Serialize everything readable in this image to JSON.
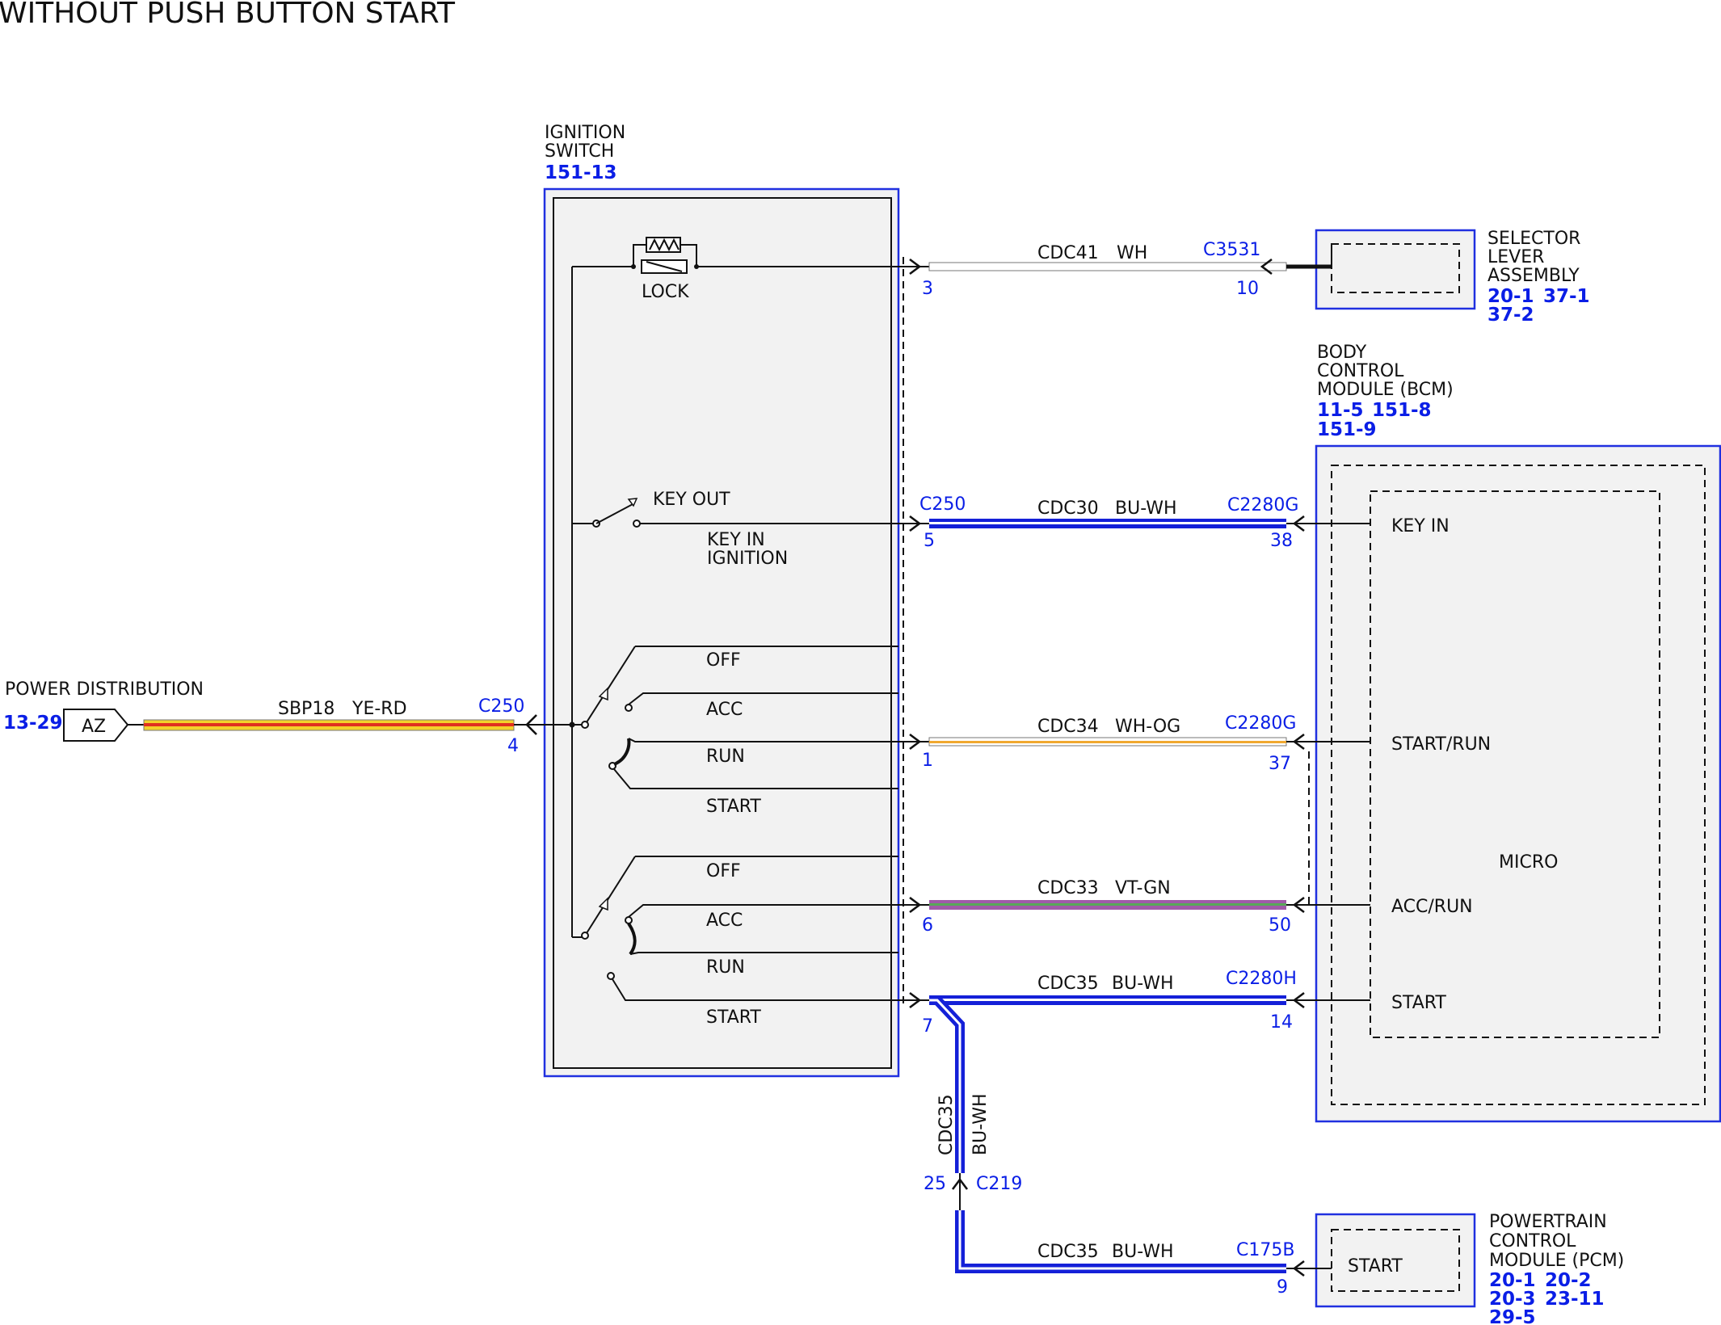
{
  "title": "WITHOUT PUSH BUTTON START",
  "colors": {
    "ref_blue": "#0a1ee6",
    "module_border": "#2030e0",
    "module_fill": "#f2f2f2",
    "wire_blue": "#1420d8",
    "wire_white": "#ffffff",
    "wire_yellow": "#f3d12b",
    "wire_red": "#e03020",
    "wire_orange": "#f0a830",
    "wire_violet": "#a05aa8",
    "wire_green": "#58a858"
  },
  "power_distribution": {
    "label": "POWER DISTRIBUTION",
    "ref": "13-29",
    "terminal": "AZ",
    "wire": {
      "circuit": "SBP18",
      "color": "YE-RD"
    },
    "connector": "C250",
    "pin": "4"
  },
  "ignition_switch": {
    "label_line1": "IGNITION",
    "label_line2": "SWITCH",
    "ref": "151-13",
    "lock_label": "LOCK",
    "key_out": "KEY OUT",
    "key_in_line1": "KEY IN",
    "key_in_line2": "IGNITION",
    "positions_a": [
      "OFF",
      "ACC",
      "RUN",
      "START"
    ],
    "positions_b": [
      "OFF",
      "ACC",
      "RUN",
      "START"
    ]
  },
  "selector_lever": {
    "label_line1": "SELECTOR",
    "label_line2": "LEVER",
    "label_line3": "ASSEMBLY",
    "refs_line1": [
      "20-1",
      "37-1"
    ],
    "refs_line2": [
      "37-2"
    ]
  },
  "bcm": {
    "label_line1": "BODY",
    "label_line2": "CONTROL",
    "label_line3": "MODULE (BCM)",
    "refs_line1": [
      "11-5",
      "151-8"
    ],
    "refs_line2": [
      "151-9"
    ],
    "micro": "MICRO",
    "inputs": [
      "KEY IN",
      "START/RUN",
      "ACC/RUN",
      "START"
    ]
  },
  "pcm": {
    "label_line1": "POWERTRAIN",
    "label_line2": "CONTROL",
    "label_line3": "MODULE (PCM)",
    "refs_line1": [
      "20-1",
      "20-2"
    ],
    "refs_line2": [
      "20-3",
      "23-11"
    ],
    "refs_line3": [
      "29-5"
    ],
    "input": "START"
  },
  "wires": [
    {
      "circuit": "CDC41",
      "color": "WH",
      "from_pin": "3",
      "to_connector": "C3531",
      "to_pin": "10"
    },
    {
      "circuit": "CDC30",
      "color": "BU-WH",
      "from_connector": "C250",
      "from_pin": "5",
      "to_connector": "C2280G",
      "to_pin": "38"
    },
    {
      "circuit": "CDC34",
      "color": "WH-OG",
      "from_pin": "1",
      "to_connector": "C2280G",
      "to_pin": "37"
    },
    {
      "circuit": "CDC33",
      "color": "VT-GN",
      "from_pin": "6",
      "to_connector": "",
      "to_pin": "50"
    },
    {
      "circuit": "CDC35",
      "color": "BU-WH",
      "from_pin": "7",
      "to_connector": "C2280H",
      "to_pin": "14"
    },
    {
      "circuit": "CDC35",
      "color": "BU-WH",
      "from_pin": "25",
      "to_connector": "C219",
      "to_pin": ""
    },
    {
      "circuit": "CDC35",
      "color": "BU-WH",
      "from_pin": "",
      "to_connector": "C175B",
      "to_pin": "9"
    }
  ]
}
